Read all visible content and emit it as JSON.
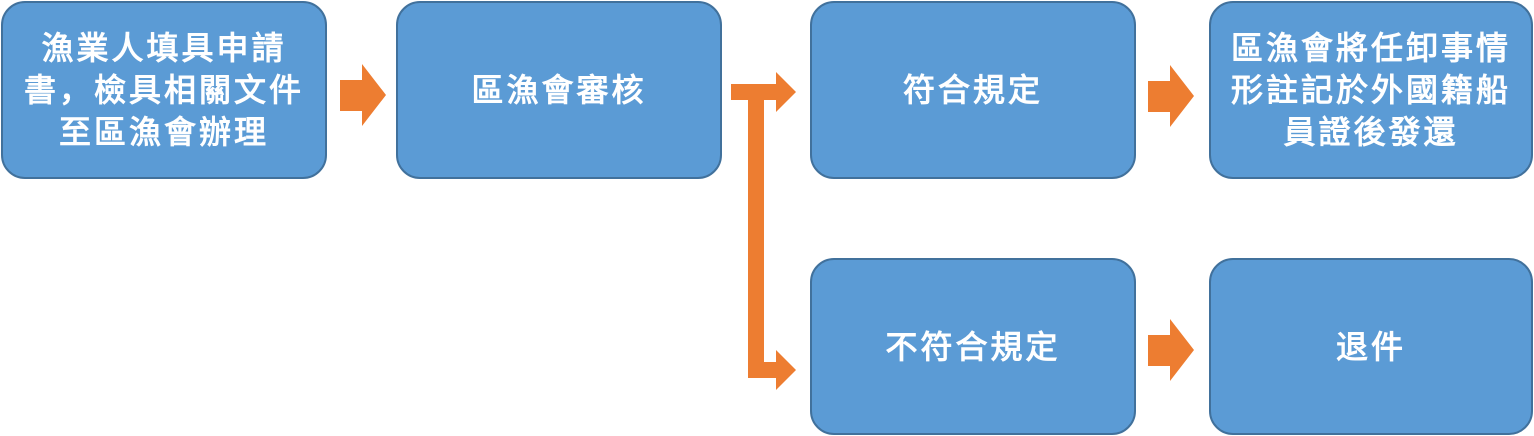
{
  "diagram": {
    "nodes": {
      "apply": "漁業人填具申請書，檢具相關文件至區漁會辦理",
      "review": "區漁會審核",
      "compliant": "符合規定",
      "register": "區漁會將任卸事情形註記於外國籍船員證後發還",
      "noncompliant": "不符合規定",
      "return": "退件"
    },
    "arrow_color": "#ed7d31",
    "box_color": "#5b9bd5",
    "box_border_color": "#41719c",
    "text_color": "#ffffff"
  }
}
